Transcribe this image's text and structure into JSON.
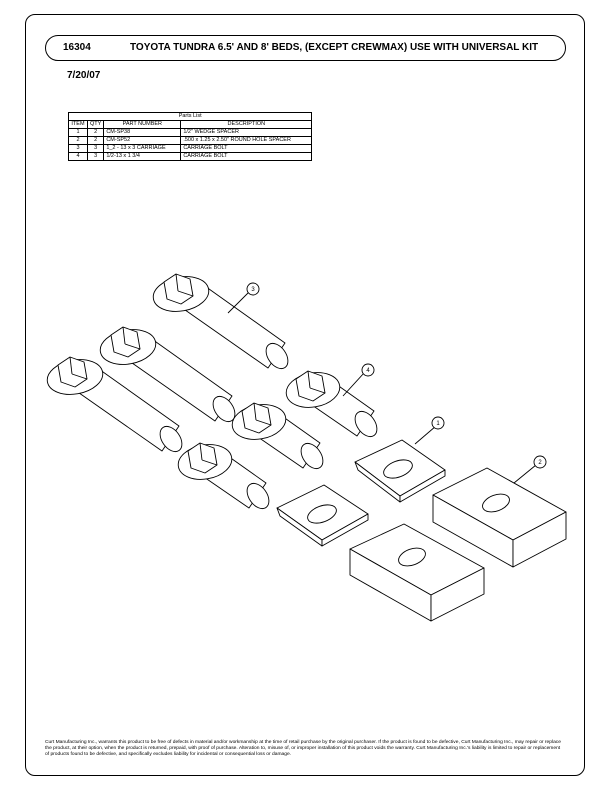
{
  "header": {
    "part_number": "16304",
    "title": "TOYOTA TUNDRA 6.5' AND 8' BEDS, (EXCEPT CREWMAX) USE WITH UNIVERSAL KIT",
    "date": "7/20/07"
  },
  "parts_list": {
    "caption": "Parts List",
    "columns": [
      "ITEM",
      "QTY",
      "PART NUMBER",
      "DESCRIPTION"
    ],
    "rows": [
      {
        "item": "1",
        "qty": "2",
        "part_number": "CM-SP38",
        "description": "1/2\" WEDGE SPACER"
      },
      {
        "item": "2",
        "qty": "2",
        "part_number": "CM-SP52",
        "description": ".500 x 1.25 x 2.50\" ROUND HOLE SPACER"
      },
      {
        "item": "3",
        "qty": "3",
        "part_number": "1_2 - 13 x 3 CARRIAGE",
        "description": "CARRIAGE BOLT"
      },
      {
        "item": "4",
        "qty": "3",
        "part_number": "1/2-13 x 1 3/4",
        "description": "CARRIAGE BOLT"
      }
    ]
  },
  "callouts": [
    "1",
    "2",
    "3",
    "4"
  ],
  "footer": {
    "warranty": "Curt Manufacturing Inc., warrants this product to be free of defects in material and/or workmanship at the time of retail purchase by the original purchaser.  If the product is found to be defective, Curt Manufacturing Inc., may repair or replace the product, at their option, when the product is returned, prepaid, with proof of purchase.  Alteration to, misuse of, or improper installation of this product voids the warranty.  Curt Manufacturing Inc.'s liability is limited to repair or replacement of products found to be defective, and specifically excludes liability for incidental or consequential loss or damage."
  }
}
